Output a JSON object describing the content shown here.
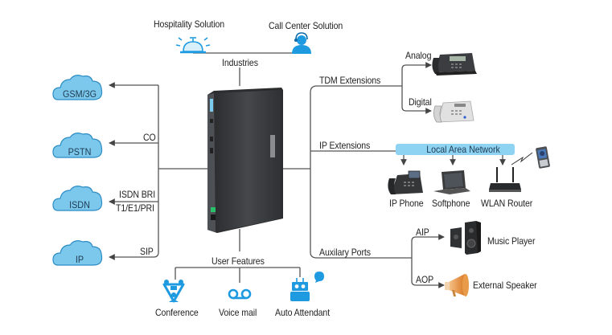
{
  "diagram": {
    "colors": {
      "line": "#555555",
      "cloud_fill": "#7cc8ec",
      "cloud_stroke": "#2b8cc4",
      "icon_blue": "#1e9ae0",
      "lan_fill": "#8fd3f2",
      "device_body": "#3a3c3e"
    },
    "industries": {
      "label": "Industries",
      "items": [
        {
          "label": "Hospitality Solution",
          "icon": "service-bell-icon"
        },
        {
          "label": "Call Center Solution",
          "icon": "headset-agent-icon"
        }
      ]
    },
    "trunks": [
      {
        "cloud": "GSM/3G",
        "line_label": ""
      },
      {
        "cloud": "PSTN",
        "line_label": "CO"
      },
      {
        "cloud": "ISDN",
        "line_label": "ISDN BRI",
        "line_label_2": "T1/E1/PRI"
      },
      {
        "cloud": "IP",
        "line_label": "SIP"
      }
    ],
    "tdm": {
      "label": "TDM Extensions",
      "branches": [
        {
          "label": "Analog",
          "icon": "analog-phone-icon"
        },
        {
          "label": "Digital",
          "icon": "digital-phone-icon"
        }
      ]
    },
    "ip_ext": {
      "label": "IP Extensions",
      "lan_label": "Local Area Network",
      "devices": [
        {
          "label": "IP Phone",
          "icon": "ip-phone-icon"
        },
        {
          "label": "Softphone",
          "icon": "laptop-icon"
        },
        {
          "label": "WLAN Router",
          "icon": "router-icon"
        }
      ],
      "wireless_device": "smartphone-icon"
    },
    "aux": {
      "label": "Auxilary Ports",
      "branches": [
        {
          "label": "AIP",
          "target": "Music Player",
          "icon": "speaker-icon"
        },
        {
          "label": "AOP",
          "target": "External Speaker",
          "icon": "megaphone-icon"
        }
      ]
    },
    "user_features": {
      "label": "User Features",
      "items": [
        {
          "label": "Conference",
          "icon": "conference-icon"
        },
        {
          "label": "Voice mail",
          "icon": "voicemail-icon"
        },
        {
          "label": "Auto Attendant",
          "icon": "robot-icon"
        }
      ]
    }
  }
}
